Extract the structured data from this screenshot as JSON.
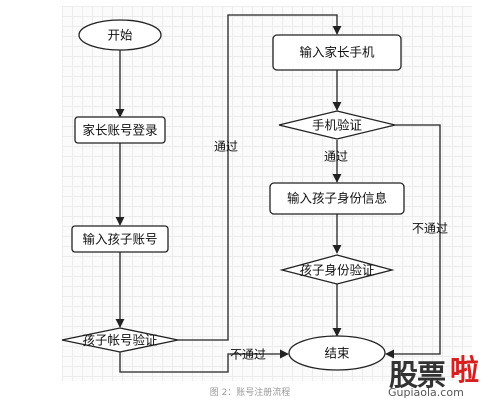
{
  "diagram": {
    "nodes": {
      "start": "开始",
      "parent_login": "家长账号登录",
      "input_child_account": "输入孩子账号",
      "child_account_verify": "孩子帐号验证",
      "input_parent_phone": "输入家长手机",
      "phone_verify": "手机验证",
      "input_child_identity": "输入孩子身份信息",
      "child_identity_verify": "孩子身份验证",
      "end": "结束"
    },
    "edge_labels": {
      "pass_to_phone": "通过",
      "pass_to_identity": "通过",
      "fail_to_end_bottom": "不通过",
      "fail_to_end_right": "不通过"
    },
    "colors": {
      "stroke": "#222222",
      "fill": "#ffffff",
      "text": "#111111"
    }
  },
  "caption": "图 2：账号注册流程",
  "watermark": {
    "cn_dark": "股票",
    "cn_red": "啦",
    "url": "Gupiaola.com"
  }
}
